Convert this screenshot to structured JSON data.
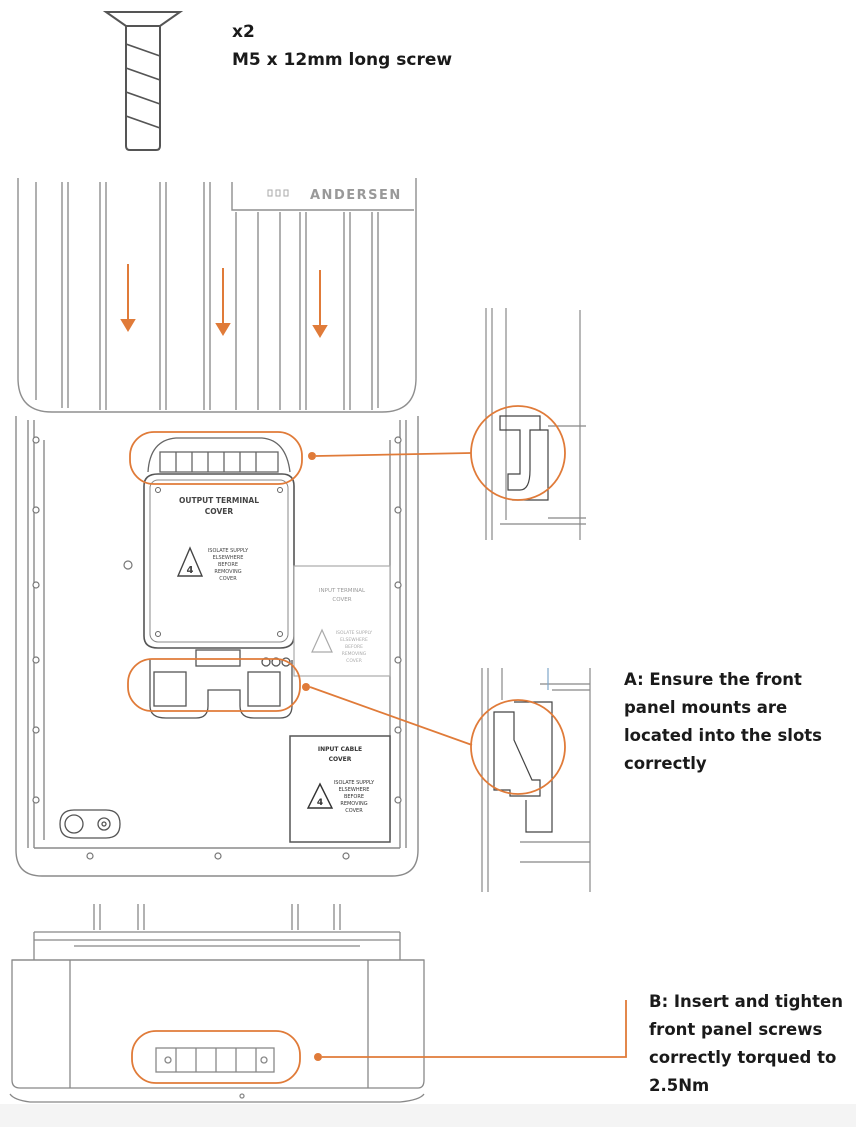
{
  "screw": {
    "quantity": "x2",
    "description": "M5 x 12mm long screw"
  },
  "brand_logo": "ANDERSEN",
  "labels": {
    "output_terminal_cover": "OUTPUT TERMINAL COVER",
    "input_terminal_cover": "INPUT TERMINAL COVER",
    "input_cable_cover": "INPUT CABLE COVER",
    "warning_text": "ISOLATE SUPPLY ELSEWHERE BEFORE REMOVING COVER"
  },
  "notes": {
    "a": "A: Ensure the front panel mounts are located into the slots correctly",
    "b": "B: Insert and tighten front panel screws correctly torqued to 2.5Nm"
  },
  "colors": {
    "accent": "#e07b39",
    "line": "#9a9a9a",
    "line_dark": "#555555"
  }
}
